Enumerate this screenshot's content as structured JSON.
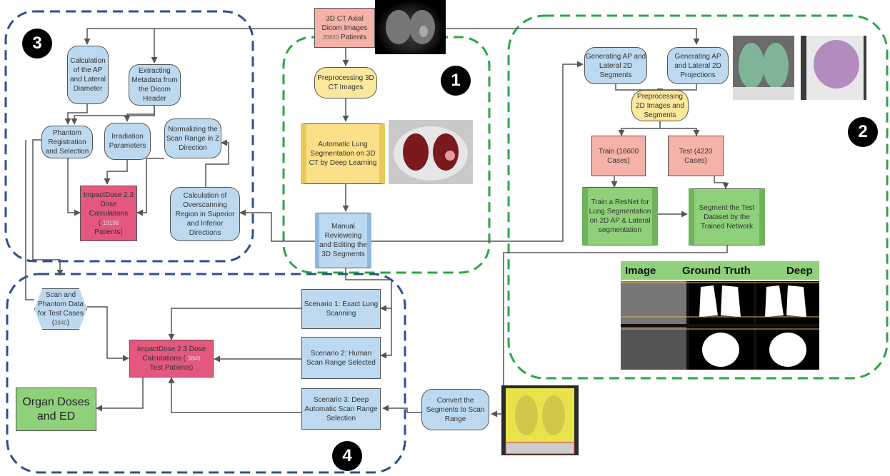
{
  "badges": {
    "b1": "1",
    "b2": "2",
    "b3": "3",
    "b4": "4"
  },
  "nodes": {
    "ct_images": {
      "line1": "3D CT Axial",
      "line2": "Dicom Images",
      "count": "20820",
      "line3": "Patients"
    },
    "preprocess_3d": "Preprocessing 3D CT Images",
    "auto_seg": "Automatic  Lung Segmentation on 3D CT by Deep Learning",
    "manual_review": "Manual Revieweing and Editing the 3D Segments",
    "calc_ap": "Calculation of the AP and Lateral Diameter",
    "extract_meta": "Extracting Metadata from the Dicom Header",
    "phantom_reg": "Phantom Registration and Selection",
    "irradiation": "Irradiation Parameters",
    "normalize_scan": "Normalizing the Scan Range in Z Direction",
    "impact_top": {
      "line1": "ImpactDose 2.3 Dose Calculations",
      "count": "19198",
      "line2": "Patients)"
    },
    "overscan": "Calculation of Overscanning Region in Superior and Inferior Directions",
    "gen_segments": "Generating AP and Lateral 2D Segments",
    "gen_projections": "Generating AP and Lateral 2D Projections",
    "preprocess_2d": "Preprocessing 2D Images and Segments",
    "train": "Train (16600 Cases)",
    "test": "Test (4220 Cases)",
    "train_resnet": "Train a ResNet for Lung Segmentation on 2D AP & Lateral segmentation",
    "segment_test": "Segment the Test Dataset by the Trained Network",
    "scan_phantom": {
      "line1": "Scan and Phantom Data for Test Cases",
      "count": "3840"
    },
    "scenario1": "Scenario 1: Exact Lung Scanning",
    "scenario2": "Scenario 2: Human Scan Range Selected",
    "scenario3": "Scenario 3: Deep Automatic Scan Range Selection",
    "impact_bottom": {
      "line1": "ImpactDose 2.3 Dose Calculations (",
      "count": "3840",
      "line2": "Test Patients)"
    },
    "organ": "Organ Doses and ED",
    "convert": "Convert the Segments to Scan Range"
  },
  "results_table": {
    "col1": "Image",
    "col2": "Ground Truth",
    "col3": "Deep"
  },
  "colors": {
    "blue_dash": "#2e4f8f",
    "green_dash": "#27a843",
    "arrow": "#555555",
    "node_blue": "#bcd9f0"
  }
}
